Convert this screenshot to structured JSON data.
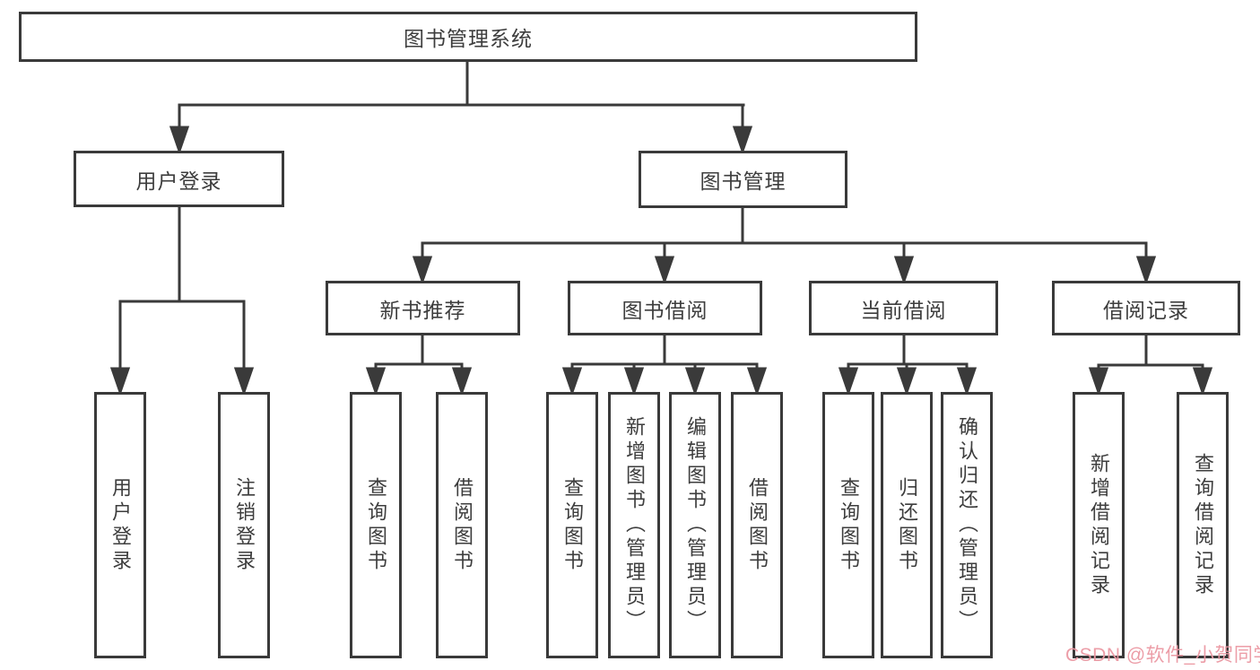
{
  "diagram": {
    "root": {
      "label": "图书管理系统"
    },
    "level1": [
      {
        "label": "用户登录"
      },
      {
        "label": "图书管理"
      }
    ],
    "level2": [
      {
        "label": "新书推荐"
      },
      {
        "label": "图书借阅"
      },
      {
        "label": "当前借阅"
      },
      {
        "label": "借阅记录"
      }
    ],
    "leaves": [
      {
        "label": "用户登录"
      },
      {
        "label": "注销登录"
      },
      {
        "label": "查询图书"
      },
      {
        "label": "借阅图书"
      },
      {
        "label": "查询图书"
      },
      {
        "label": "新增图书（管理员）"
      },
      {
        "label": "编辑图书（管理员）"
      },
      {
        "label": "借阅图书"
      },
      {
        "label": "查询图书"
      },
      {
        "label": "归还图书"
      },
      {
        "label": "确认归还（管理员）"
      },
      {
        "label": "新增借阅记录"
      },
      {
        "label": "查询借阅记录"
      }
    ]
  },
  "watermark": {
    "text": "CSDN @软件_小贺同学"
  },
  "colors": {
    "line": "#3a3a3a",
    "box_background": "#ffffff",
    "text": "#3d3d3d",
    "watermark": "#eb98a2"
  }
}
